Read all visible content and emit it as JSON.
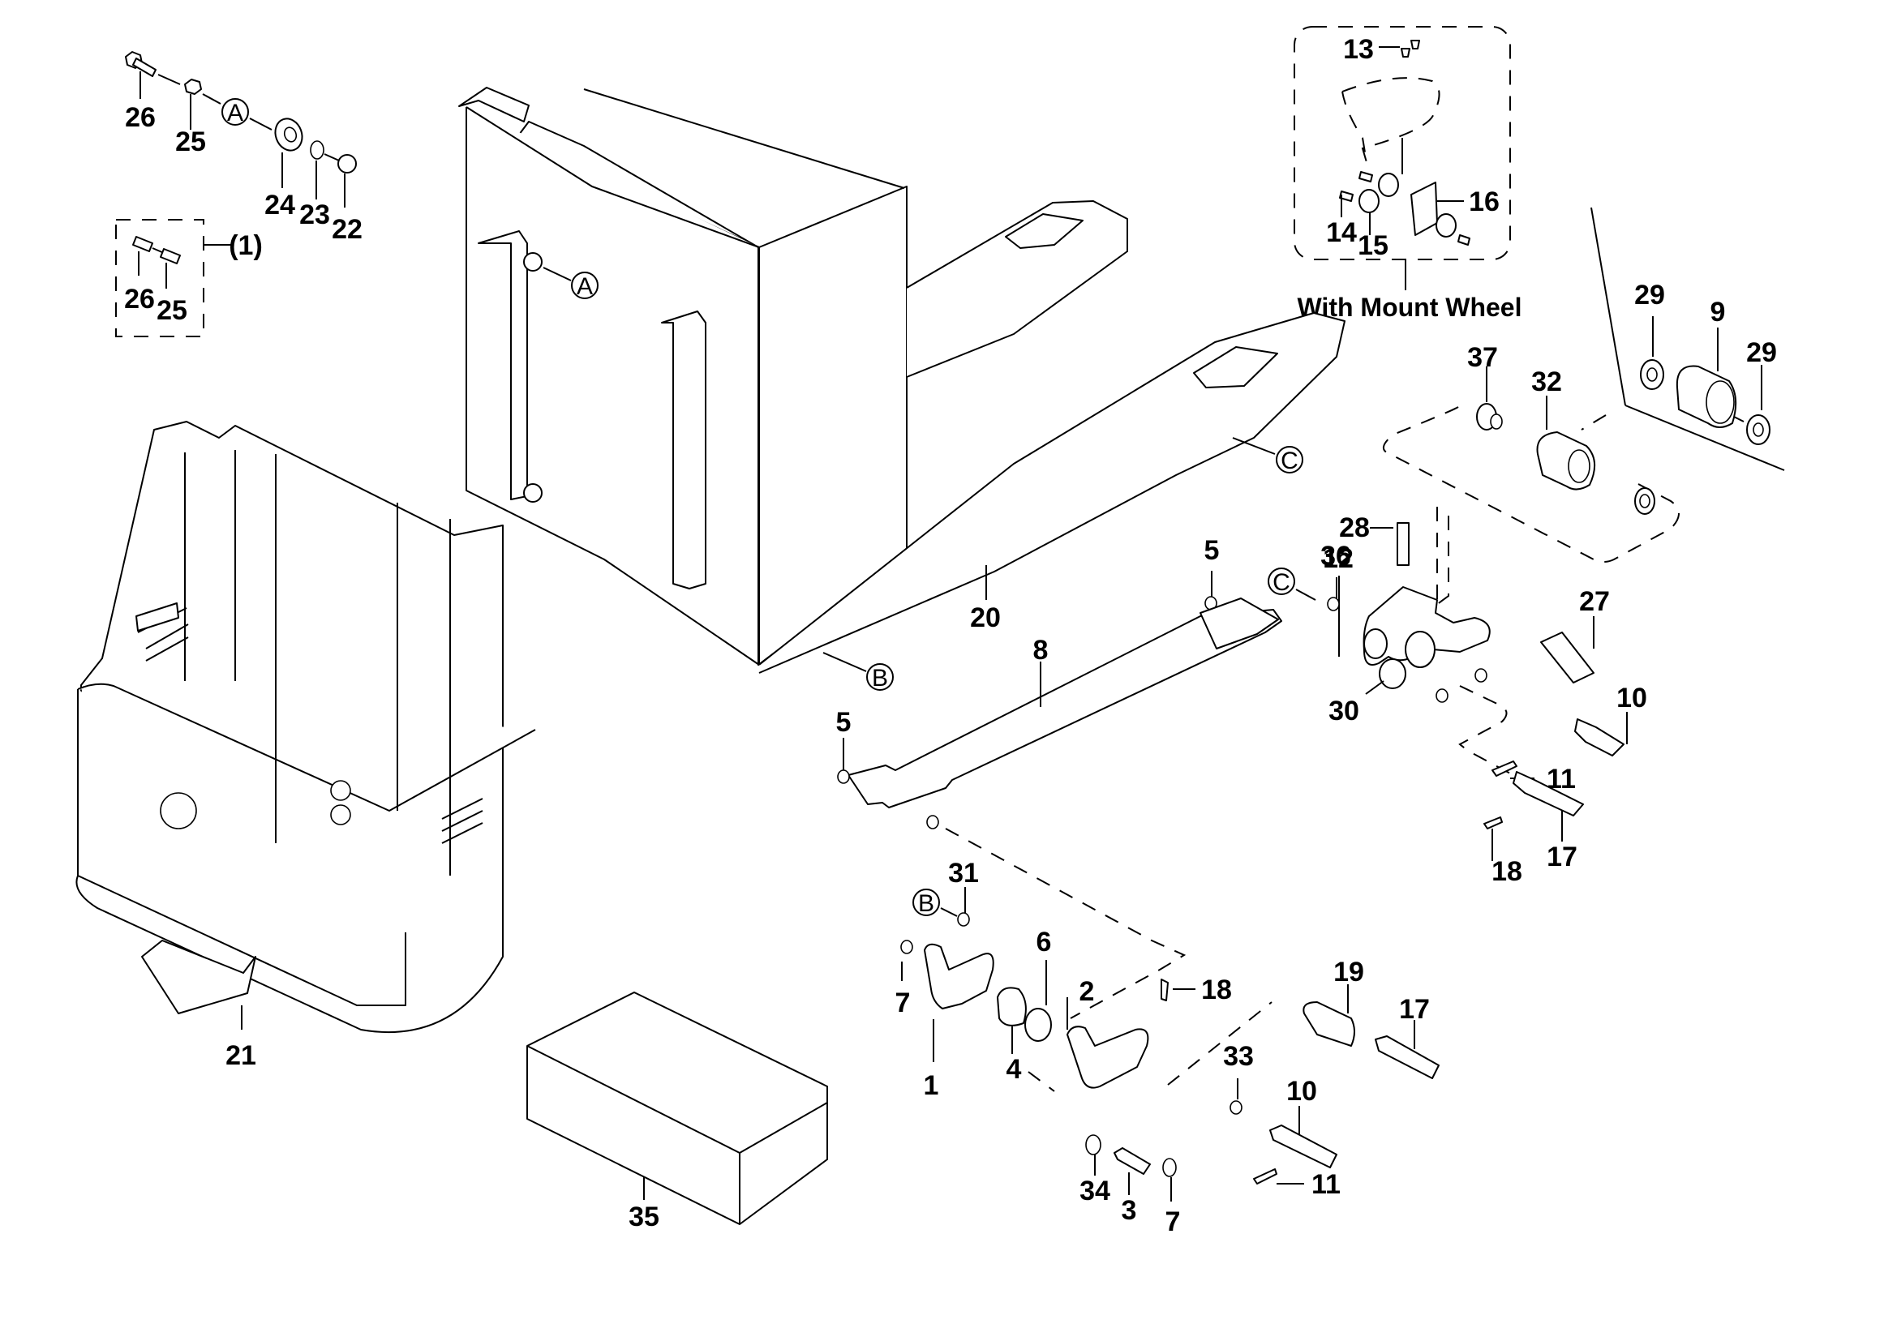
{
  "diagram": {
    "title": "Exploded parts view – pallet truck chassis and fork assembly",
    "callouts": [
      {
        "id": "c26a",
        "label": "26"
      },
      {
        "id": "c25a",
        "label": "25"
      },
      {
        "id": "c24",
        "label": "24"
      },
      {
        "id": "c23",
        "label": "23"
      },
      {
        "id": "c22",
        "label": "22"
      },
      {
        "id": "c26b",
        "label": "26"
      },
      {
        "id": "c25b",
        "label": "25"
      },
      {
        "id": "c1kit",
        "label": "(1)"
      },
      {
        "id": "c13",
        "label": "13"
      },
      {
        "id": "c14",
        "label": "14"
      },
      {
        "id": "c15",
        "label": "15"
      },
      {
        "id": "c16",
        "label": "16"
      },
      {
        "id": "c29a",
        "label": "29"
      },
      {
        "id": "c9",
        "label": "9"
      },
      {
        "id": "c29b",
        "label": "29"
      },
      {
        "id": "c37",
        "label": "37"
      },
      {
        "id": "c32",
        "label": "32"
      },
      {
        "id": "c28",
        "label": "28"
      },
      {
        "id": "c12",
        "label": "12"
      },
      {
        "id": "c36",
        "label": "36"
      },
      {
        "id": "c5a",
        "label": "5"
      },
      {
        "id": "c27",
        "label": "27"
      },
      {
        "id": "c30",
        "label": "30"
      },
      {
        "id": "c10a",
        "label": "10"
      },
      {
        "id": "c11a",
        "label": "11"
      },
      {
        "id": "c17a",
        "label": "17"
      },
      {
        "id": "c18a",
        "label": "18"
      },
      {
        "id": "c20",
        "label": "20"
      },
      {
        "id": "c8",
        "label": "8"
      },
      {
        "id": "c5b",
        "label": "5"
      },
      {
        "id": "c21",
        "label": "21"
      },
      {
        "id": "c31",
        "label": "31"
      },
      {
        "id": "c7a",
        "label": "7"
      },
      {
        "id": "c1",
        "label": "1"
      },
      {
        "id": "c4",
        "label": "4"
      },
      {
        "id": "c6",
        "label": "6"
      },
      {
        "id": "c2",
        "label": "2"
      },
      {
        "id": "c18b",
        "label": "18"
      },
      {
        "id": "c19",
        "label": "19"
      },
      {
        "id": "c17b",
        "label": "17"
      },
      {
        "id": "c33",
        "label": "33"
      },
      {
        "id": "c10b",
        "label": "10"
      },
      {
        "id": "c11b",
        "label": "11"
      },
      {
        "id": "c34",
        "label": "34"
      },
      {
        "id": "c3",
        "label": "3"
      },
      {
        "id": "c7b",
        "label": "7"
      },
      {
        "id": "c35",
        "label": "35"
      }
    ],
    "reference_markers": {
      "A": "A",
      "B": "B",
      "C": "C"
    },
    "mount_wheel_caption": "With Mount Wheel"
  }
}
